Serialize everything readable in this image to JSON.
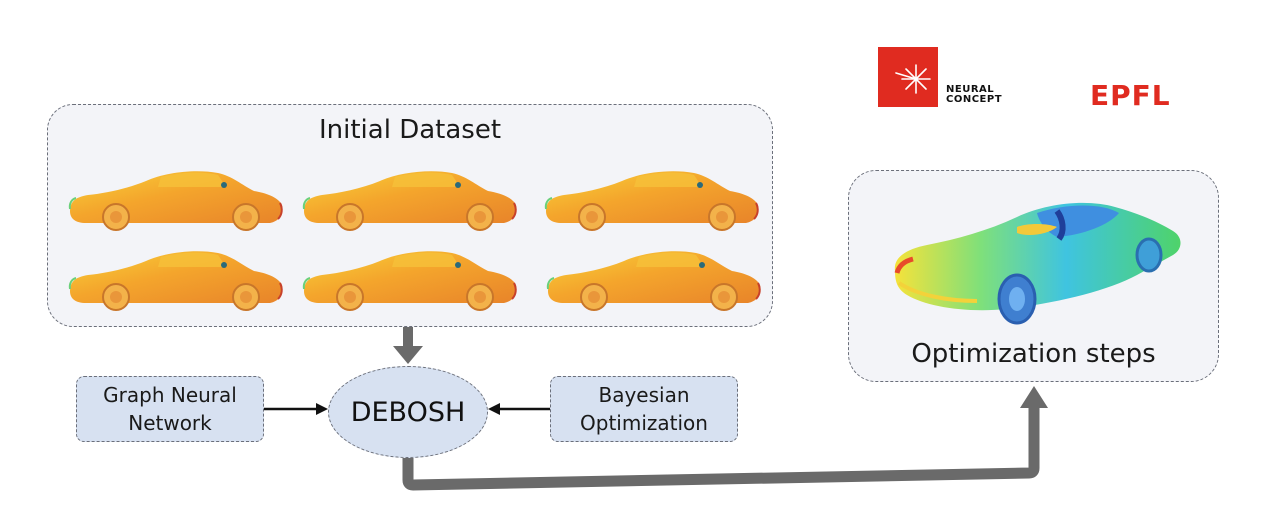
{
  "dataset": {
    "title": "Initial Dataset"
  },
  "optimization": {
    "title": "Optimization steps"
  },
  "gnn": {
    "line1": "Graph Neural",
    "line2": "Network"
  },
  "bo": {
    "line1": "Bayesian",
    "line2": "Optimization"
  },
  "center": {
    "label": "DEBOSH"
  },
  "logos": {
    "neural_concept_line1": "NEURAL",
    "neural_concept_line2": "CONCEPT",
    "epfl": "EPFL"
  },
  "colors": {
    "box_fill": "#f3f4f8",
    "node_fill": "#d7e1f1",
    "arrow": "#6a6a6a",
    "brand_red": "#e02b20"
  }
}
